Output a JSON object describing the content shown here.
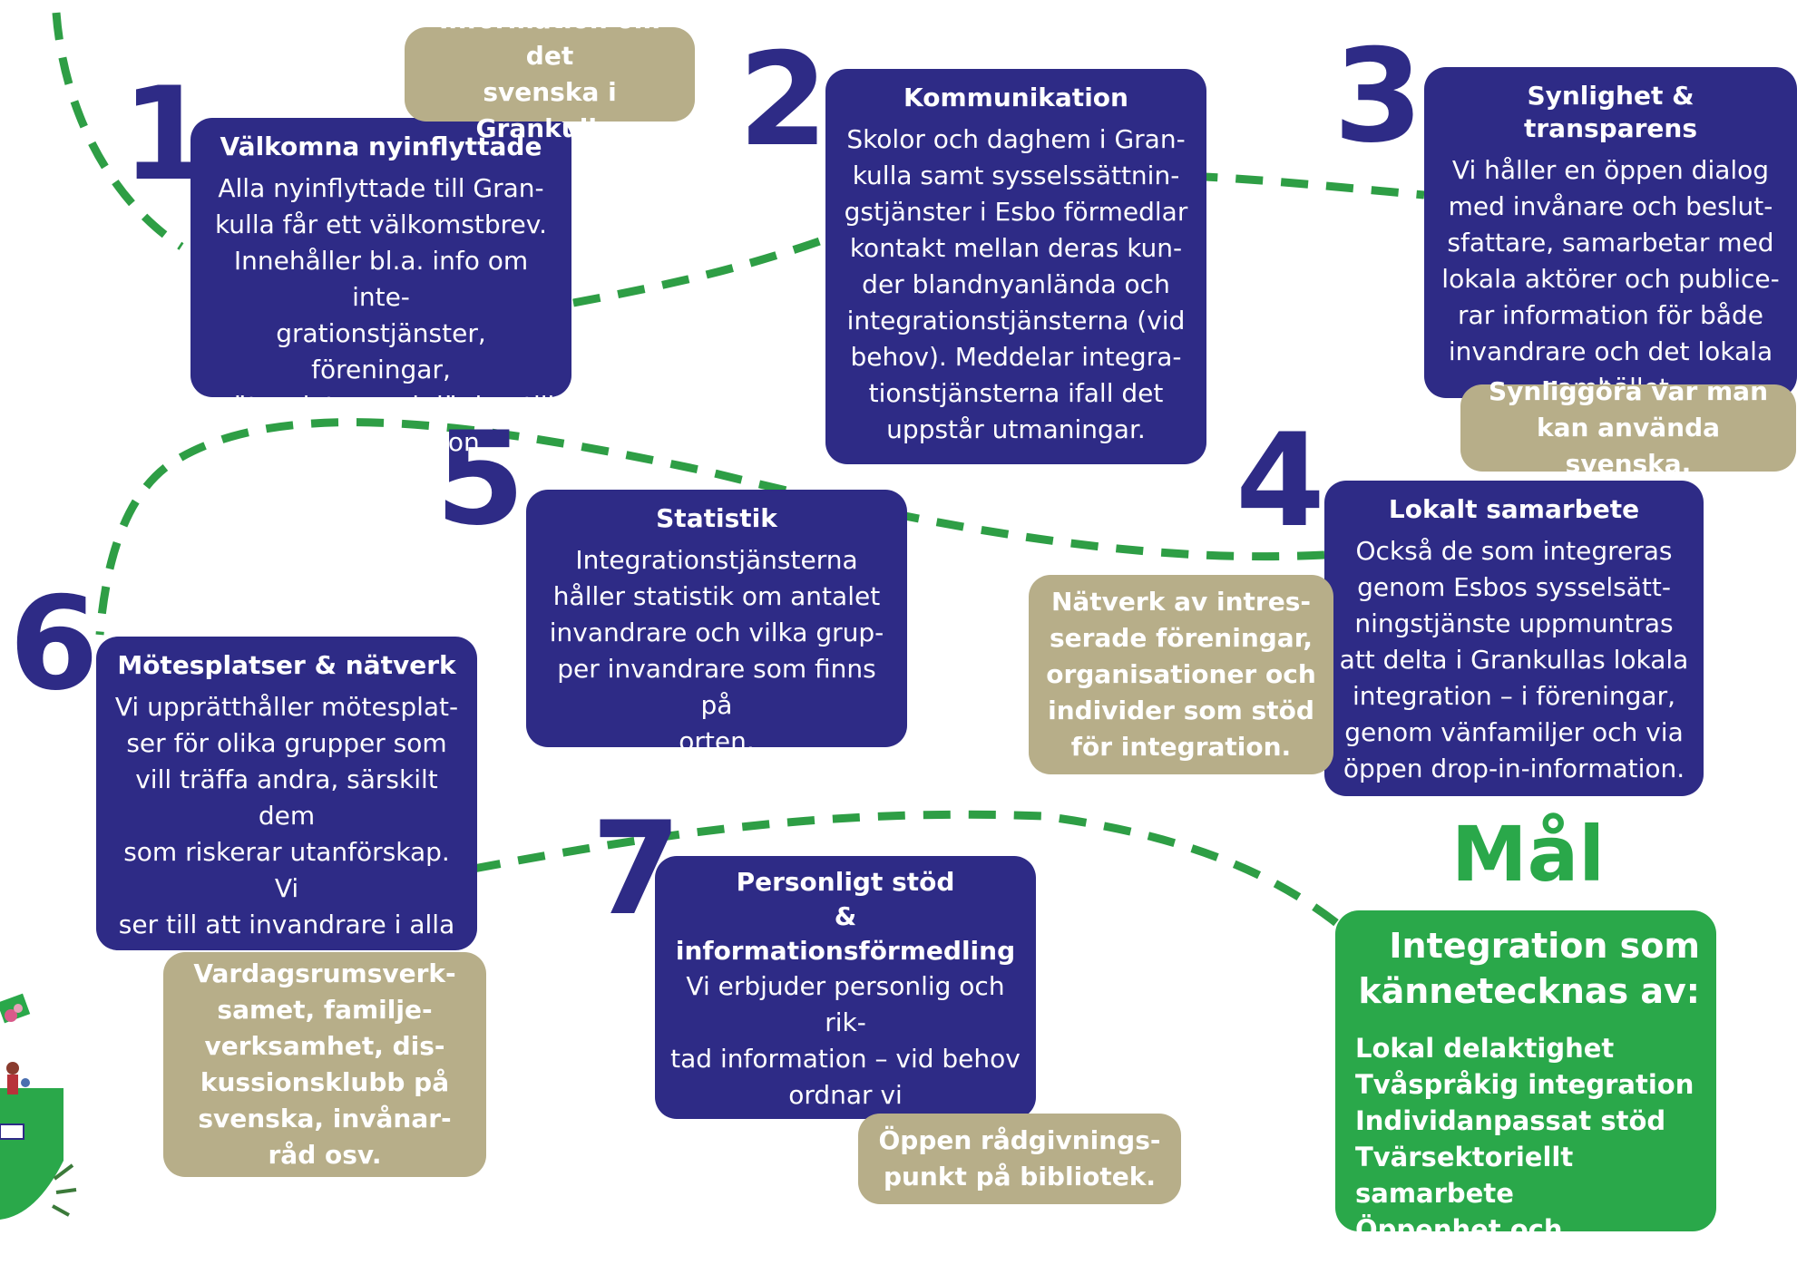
{
  "colors": {
    "step_box": "#2e2b86",
    "note_box": "#b7ae89",
    "goal": "#2aa84a",
    "path": "#2e9e45"
  },
  "steps": [
    {
      "number": "1",
      "title": "Välkomna nyinflyttade",
      "body": "Alla nyinflyttade till Gran-\nkulla får ett välkomstbrev.\nInnehåller bl.a. info om inte-\ngrationstjänster, föreningar,\nmötesplatser och länkar till\nmer information."
    },
    {
      "number": "2",
      "title": "Kommunikation",
      "body": "Skolor och daghem i Gran-\nkulla samt sysselssättnin-\ngstjänster i Esbo förmedlar\nkontakt mellan deras kun-\nder blandnyanlända och\nintegrationstjänsterna (vid\nbehov). Meddelar integra-\ntionstjänsterna ifall det\nuppstår utmaningar."
    },
    {
      "number": "3",
      "title": "Synlighet & transparens",
      "body": "Vi håller en öppen dialog\nmed invånare och beslut-\nsfattare, samarbetar med\nlokala aktörer och publice-\nrar information för både\ninvandrare och det lokala\nsamhället."
    },
    {
      "number": "4",
      "title": "Lokalt samarbete",
      "body": "Också de som integreras\ngenom Esbos sysselsätt-\nningstjänste uppmuntras\natt delta i Grankullas lokala\nintegration – i föreningar,\ngenom vänfamiljer och via\nöppen drop-in-information."
    },
    {
      "number": "5",
      "title": "Statistik",
      "body": "Integrationstjänsterna\nhåller statistik om antalet\ninvandrare och vilka grup-\nper invandrare som finns på\norten."
    },
    {
      "number": "6",
      "title": "Mötesplatser & nätverk",
      "body": "Vi upprätthåller mötesplat-\nser för olika grupper som\nvill träffa andra, särskilt dem\nsom riskerar utanförskap. Vi\nser till att invandrare i alla\nfaser av integrationen kan\ndelta."
    },
    {
      "number": "7",
      "title": "Personligt stöd\n& informationsförmedling",
      "body": "Vi erbjuder personlig och rik-\ntad information – vid behov\nordnar vi informationsmöten\neller utbildningar för specifi-\nka invandrargrupper."
    }
  ],
  "notes": {
    "n1": "Information om det\nsvenska i Grankulla.",
    "n3": "Synliggöra var man\nkan använda svenska.",
    "n4": "Nätverk av intres-\nserade föreningar,\norganisationer och\nindivider som stöd\nför integration.",
    "n6": "Vardagsrumsverk-\nsamet, familje-\nverksamhet, dis-\nkussionsklubb på\nsvenska, invånar-\nråd osv.",
    "n7": "Öppen rådgivnings-\npunkt på bibliotek."
  },
  "goal": {
    "title": "Mål",
    "heading": "Integration som\nkännetecknas av:",
    "items": [
      "Lokal delaktighet",
      "Tvåspråkig integration",
      "Individanpassat stöd",
      "Tvärsektoriellt samarbete",
      "Öppenhet och gemenskap"
    ]
  }
}
